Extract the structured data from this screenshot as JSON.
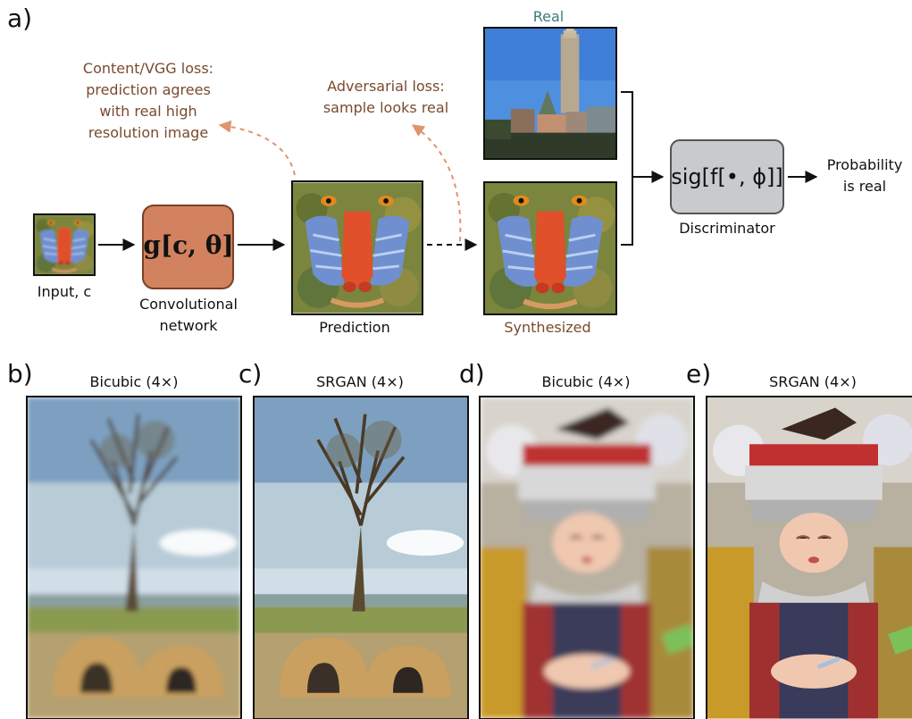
{
  "panels": {
    "a": "a)",
    "b": "b)",
    "c": "c)",
    "d": "d)",
    "e": "e)"
  },
  "labels": {
    "input": "Input, c",
    "conv_network_line1": "Convolutional",
    "conv_network_line2": "network",
    "prediction": "Prediction",
    "synthesized": "Synthesized",
    "real": "Real",
    "discriminator": "Discriminator",
    "probability_line1": "Probability",
    "probability_line2": "is real"
  },
  "formulas": {
    "generator": "g[c, θ]",
    "discriminator": "sig[f[•, ϕ]]"
  },
  "annotations": {
    "content_loss": [
      "Content/VGG loss:",
      "prediction agrees",
      "with real high",
      "resolution image"
    ],
    "adversarial_loss": [
      "Adversarial loss:",
      "sample looks real"
    ]
  },
  "image_titles": {
    "b": "Bicubic (4×)",
    "c": "SRGAN (4×)",
    "d": "Bicubic (4×)",
    "e": "SRGAN (4×)"
  },
  "colors": {
    "generator_fill": "#d2825f",
    "generator_stroke": "#7a3f25",
    "discriminator_fill": "#c8cacc",
    "discriminator_stroke": "#555555",
    "annotation_text": "#7a4a2f",
    "real_text": "#3d7a7a",
    "dashed_arrow": "#e0946e"
  }
}
